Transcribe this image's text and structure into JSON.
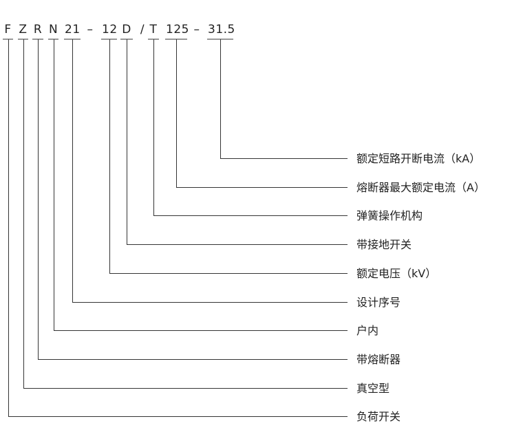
{
  "code_segments": [
    {
      "text": "F",
      "underlined": true
    },
    {
      "text": "Z",
      "underlined": true
    },
    {
      "text": "R",
      "underlined": true
    },
    {
      "text": "N",
      "underlined": true
    },
    {
      "text": "21",
      "underlined": true
    },
    {
      "text": "–",
      "underlined": false
    },
    {
      "text": "12",
      "underlined": true
    },
    {
      "text": "D",
      "underlined": true
    },
    {
      "text": "/",
      "underlined": false
    },
    {
      "text": "T",
      "underlined": true
    },
    {
      "text": "125",
      "underlined": true
    },
    {
      "text": "–",
      "underlined": false
    },
    {
      "text": "31.5",
      "underlined": true
    }
  ],
  "descriptions": [
    {
      "label": "额定短路开断电流（kA）",
      "segment": 12
    },
    {
      "label": "熔断器最大额定电流（A）",
      "segment": 10
    },
    {
      "label": "弹簧操作机构",
      "segment": 9
    },
    {
      "label": "带接地开关",
      "segment": 7
    },
    {
      "label": "额定电压（kV）",
      "segment": 6
    },
    {
      "label": "设计序号",
      "segment": 4
    },
    {
      "label": "户内",
      "segment": 3
    },
    {
      "label": "带熔断器",
      "segment": 2
    },
    {
      "label": "真空型",
      "segment": 1
    },
    {
      "label": "负荷开关",
      "segment": 0
    }
  ],
  "colors": {
    "line": "#333333",
    "text": "#222222"
  }
}
